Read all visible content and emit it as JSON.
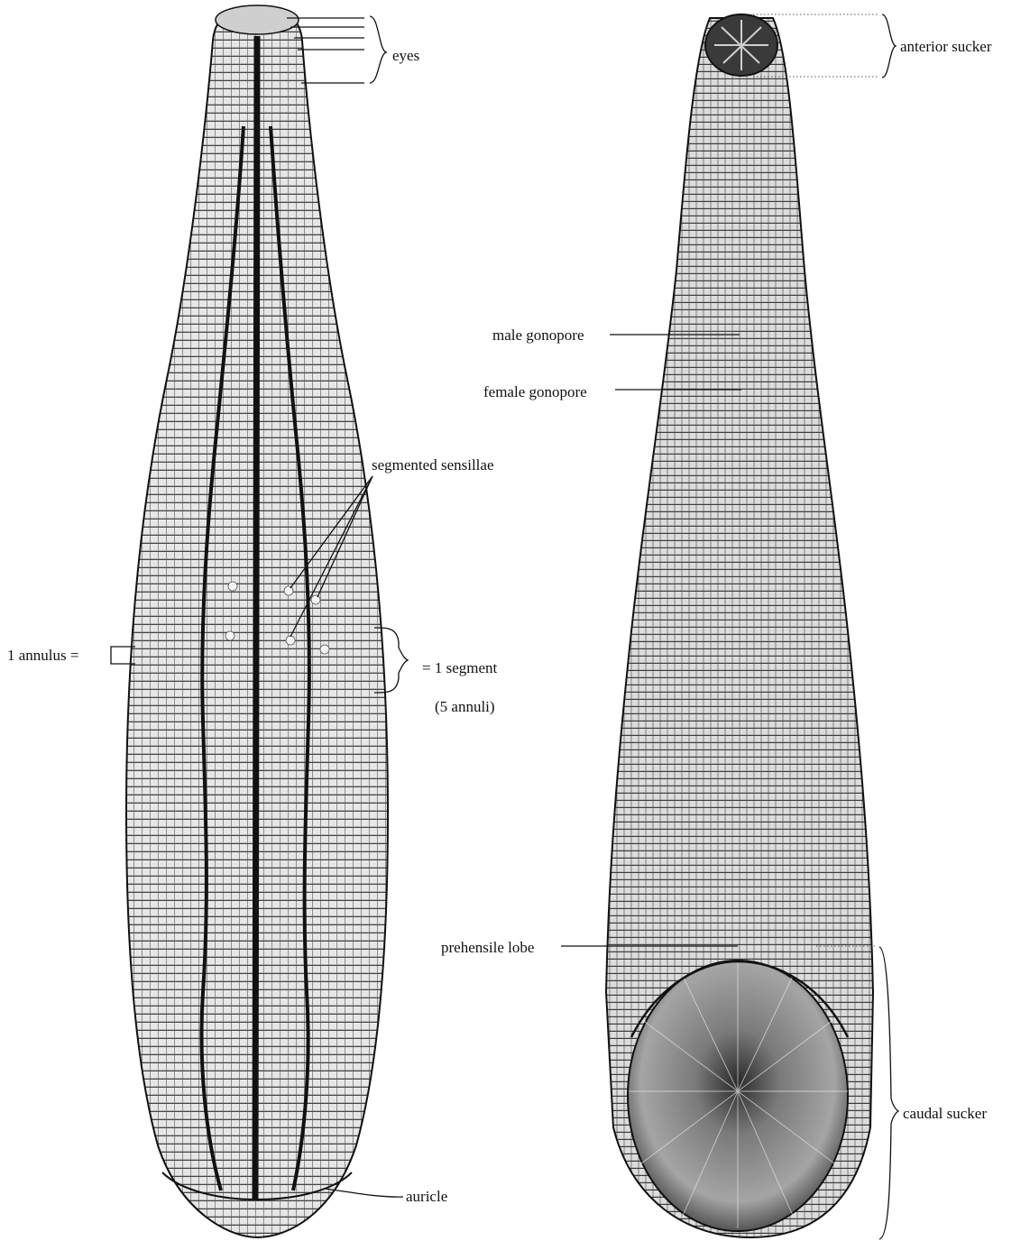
{
  "labels": {
    "eyes": "eyes",
    "anterior_sucker": "anterior sucker",
    "male_gonopore": "male gonopore",
    "female_gonopore": "female gonopore",
    "segmented_sensillae": "segmented sensillae",
    "annulus": "1 annulus =",
    "segment": "= 1 segment",
    "segment_note": "(5 annuli)",
    "prehensile_lobe": "prehensile lobe",
    "caudal_sucker": "caudal sucker",
    "auricle": "auricle"
  },
  "colors": {
    "ink": "#111111",
    "body_fill": "#e8e8e8",
    "texture": "#4a4a4a",
    "stripe": "#111111",
    "background": "#ffffff"
  }
}
